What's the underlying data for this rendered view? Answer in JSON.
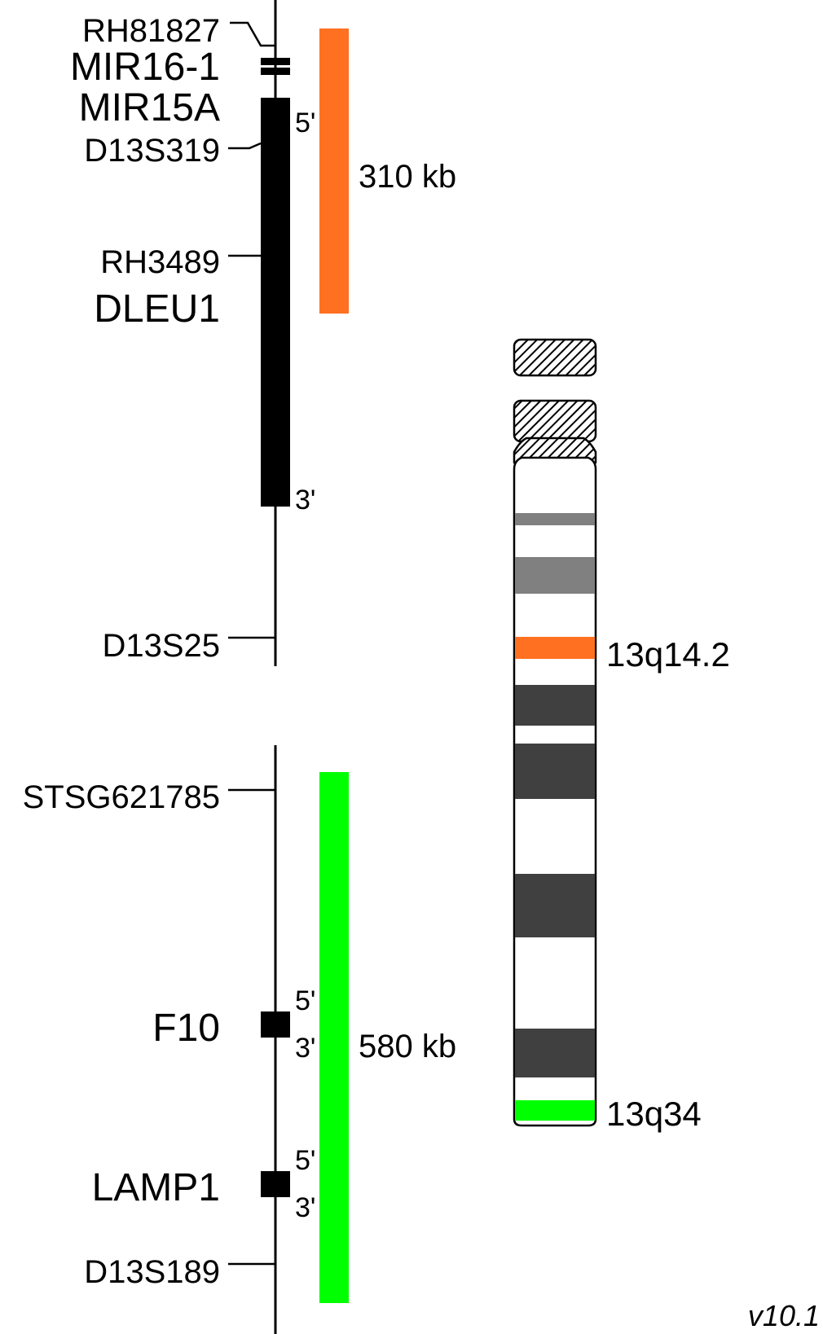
{
  "colors": {
    "line": "#000000",
    "probe_13q14": "#ff7020",
    "probe_13q34": "#00ff00",
    "band_dark": "#404040",
    "band_gray": "#808080",
    "band_light": "#ffffff"
  },
  "upper_locus": {
    "markers": [
      "RH81827",
      "D13S319",
      "RH3489",
      "D13S25"
    ],
    "genes": [
      {
        "name": "MIR16-1"
      },
      {
        "name": "MIR15A",
        "five_prime": "5'"
      },
      {
        "name": "DLEU1",
        "three_prime": "3'"
      }
    ],
    "probe": {
      "size": "310 kb",
      "color": "#ff7020"
    }
  },
  "lower_locus": {
    "markers": [
      "STSG621785",
      "D13S189"
    ],
    "genes": [
      {
        "name": "F10",
        "five_prime": "5'",
        "three_prime": "3'"
      },
      {
        "name": "LAMP1",
        "five_prime": "5'",
        "three_prime": "3'"
      }
    ],
    "probe": {
      "size": "580 kb",
      "color": "#00ff00"
    }
  },
  "chromosome": {
    "bands": [
      "13q14.2",
      "13q34"
    ]
  },
  "version": "v10.1"
}
